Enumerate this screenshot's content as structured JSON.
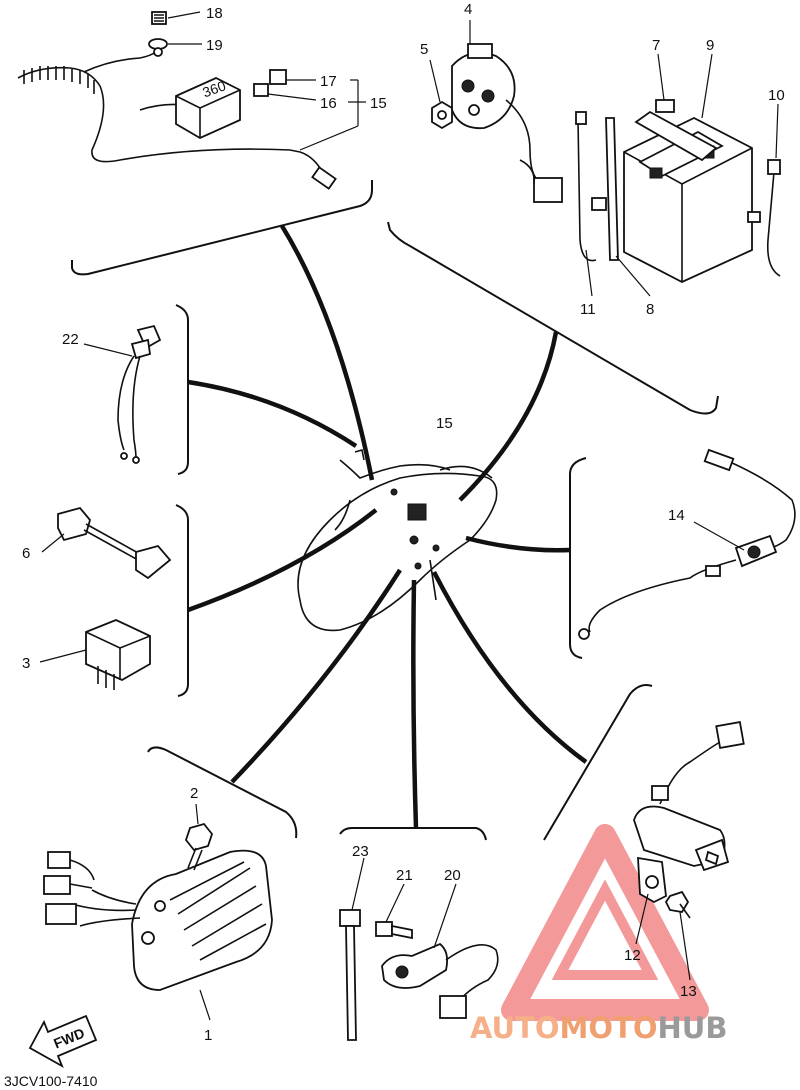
{
  "diagram_code": "3JCV100-7410",
  "watermark": {
    "part1": "AUTO",
    "part2": "MOTO",
    "part3": "HUB",
    "colors": {
      "triangle": "#f08080",
      "auto": "#f5b08a",
      "moto": "#f0a070",
      "hub": "#9a9a9a"
    }
  },
  "fwd_arrow": {
    "label": "FWD"
  },
  "relay_label": "360",
  "callouts": {
    "c1": "1",
    "c2": "2",
    "c3": "3",
    "c4": "4",
    "c5": "5",
    "c6": "6",
    "c7": "7",
    "c8": "8",
    "c9": "9",
    "c10": "10",
    "c11": "11",
    "c12": "12",
    "c13": "13",
    "c14": "14",
    "c15a": "15",
    "c15b": "15",
    "c16": "16",
    "c17": "17",
    "c18": "18",
    "c19": "19",
    "c20": "20",
    "c21": "21",
    "c22": "22",
    "c23": "23"
  }
}
